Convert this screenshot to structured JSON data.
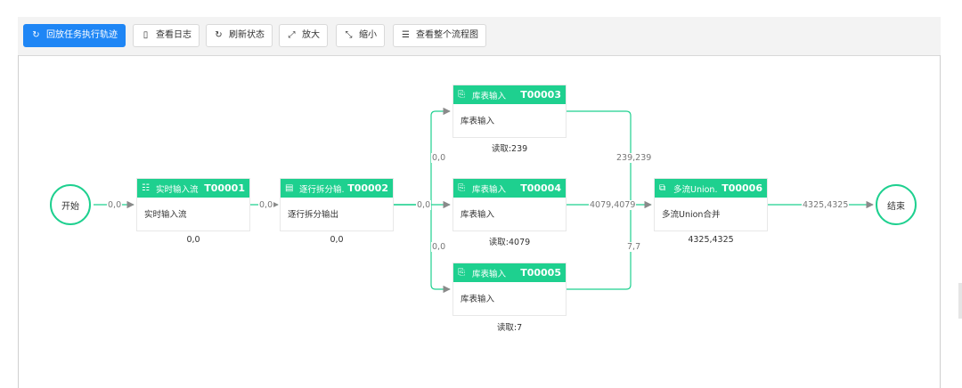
{
  "toolbar": {
    "buttons": [
      {
        "label": "回放任务执行轨迹",
        "icon": "refresh-icon"
      },
      {
        "label": "查看日志",
        "icon": "file-icon"
      },
      {
        "label": "刷新状态",
        "icon": "refresh-icon"
      },
      {
        "label": "放大",
        "icon": "expand-icon"
      },
      {
        "label": "缩小",
        "icon": "shrink-icon"
      },
      {
        "label": "查看整个流程图",
        "icon": "list-icon"
      }
    ]
  },
  "colors": {
    "accent": "#1ed08f",
    "primary": "#1f86f5",
    "edge": "#1ed08f"
  },
  "start": {
    "label": "开始"
  },
  "end": {
    "label": "结束"
  },
  "nodes": [
    {
      "id": "T00001",
      "name": "实时输入流",
      "body": "实时输入流",
      "caption": "0,0",
      "icon": "stream-icon"
    },
    {
      "id": "T00002",
      "name": "逐行拆分输...",
      "body": "逐行拆分输出",
      "caption": "0,0",
      "icon": "split-icon"
    },
    {
      "id": "T00003",
      "name": "库表输入",
      "body": "库表输入",
      "caption": "读取:239",
      "icon": "table-input-icon"
    },
    {
      "id": "T00004",
      "name": "库表输入",
      "body": "库表输入",
      "caption": "读取:4079",
      "icon": "table-input-icon"
    },
    {
      "id": "T00005",
      "name": "库表输入",
      "body": "库表输入",
      "caption": "读取:7",
      "icon": "table-input-icon"
    },
    {
      "id": "T00006",
      "name": "多流Union...",
      "body": "多流Union合并",
      "caption": "4325,4325",
      "icon": "union-icon"
    }
  ],
  "edge_labels": {
    "start_t1": "0,0",
    "t1_t2": "0,0",
    "t2_t3": "0,0",
    "t2_t4": "0,0",
    "t2_t5": "0,0",
    "t3_t6": "239,239",
    "t4_t6": "4079,4079",
    "t5_t6": "7,7",
    "t6_end": "4325,4325"
  }
}
